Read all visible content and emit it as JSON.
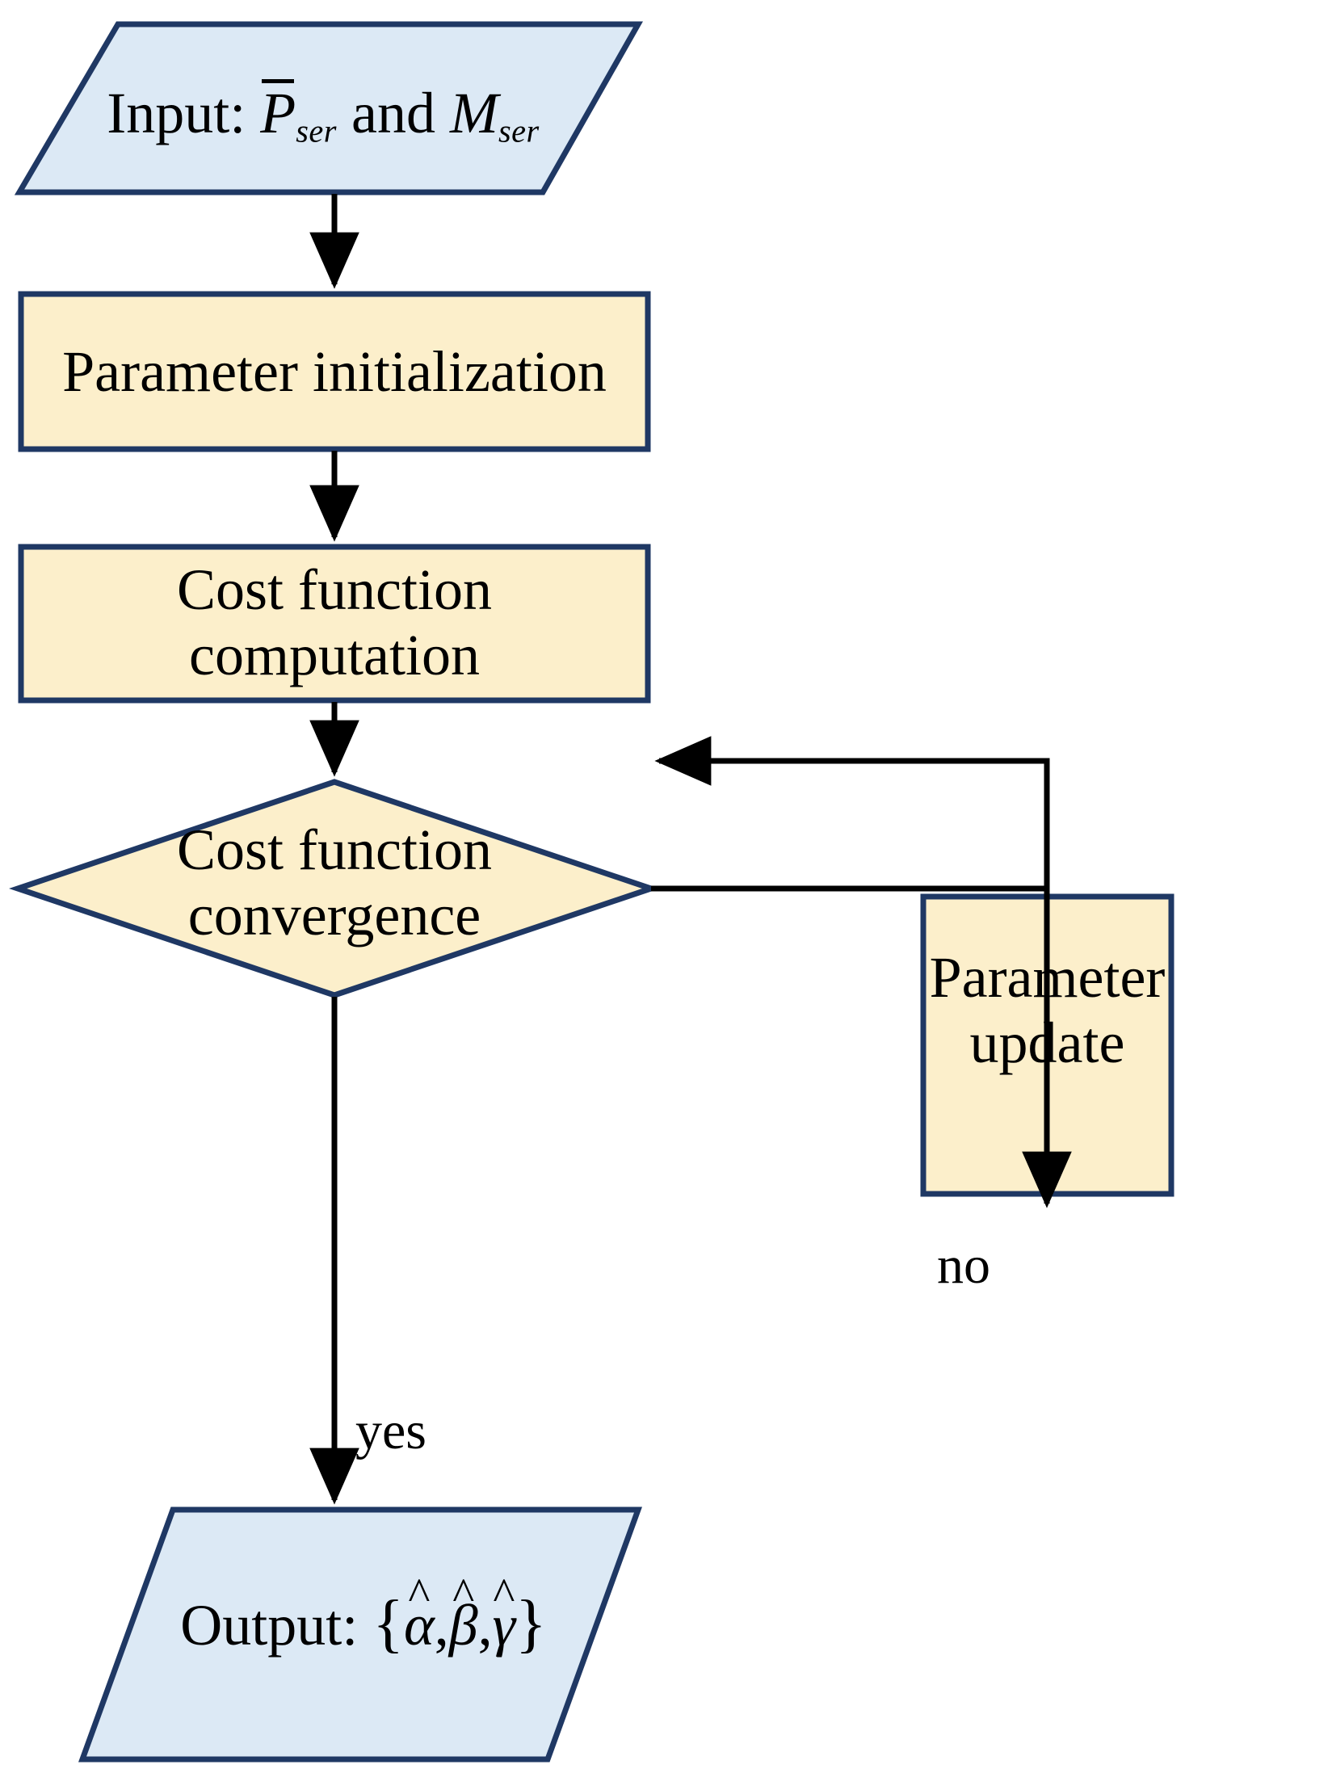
{
  "diagram": {
    "title": "Parameter estimation flowchart",
    "type": "flowchart",
    "colors": {
      "io_fill": "#DCE9F5",
      "process_fill": "#FCEFCB",
      "decision_fill": "#FCEFCB",
      "border": "#1F3864",
      "arrow": "#000000",
      "text": "#000000",
      "background": "#FFFFFF"
    },
    "nodes": [
      {
        "id": "input",
        "shape": "parallelogram",
        "role": "input",
        "label_plain": "Input: P̄_ser and M_ser",
        "label_prefix": "Input:",
        "symbol1_base": "P",
        "symbol1_sub": "ser",
        "symbol1_accent": "overbar",
        "conjunction": "and",
        "symbol2_base": "M",
        "symbol2_sub": "ser",
        "symbol2_accent": "none",
        "fill": "#DCE9F5"
      },
      {
        "id": "init",
        "shape": "rectangle",
        "role": "process",
        "label_plain": "Parameter initialization",
        "lines": [
          "Parameter initialization"
        ],
        "fill": "#FCEFCB"
      },
      {
        "id": "cost",
        "shape": "rectangle",
        "role": "process",
        "label_plain": "Cost function computation",
        "lines": [
          "Cost function",
          "computation"
        ],
        "fill": "#FCEFCB"
      },
      {
        "id": "converge",
        "shape": "diamond",
        "role": "decision",
        "label_plain": "Cost function convergence",
        "lines": [
          "Cost function",
          "convergence"
        ],
        "fill": "#FCEFCB"
      },
      {
        "id": "update",
        "shape": "rectangle",
        "role": "process",
        "label_plain": "Parameter update",
        "lines": [
          "Parameter",
          "update"
        ],
        "fill": "#FCEFCB"
      },
      {
        "id": "output",
        "shape": "parallelogram",
        "role": "output",
        "label_plain": "Output: {α̂, β̂, γ̂}",
        "label_prefix": "Output:",
        "set_open": "{",
        "set_close": "}",
        "set_items": [
          "α",
          "β",
          "γ"
        ],
        "set_accent": "hat",
        "separator": ",",
        "fill": "#DCE9F5"
      }
    ],
    "edges": [
      {
        "id": "e1",
        "from": "input",
        "to": "init",
        "label": "",
        "style": "straight-down"
      },
      {
        "id": "e2",
        "from": "init",
        "to": "cost",
        "label": "",
        "style": "straight-down"
      },
      {
        "id": "e3",
        "from": "cost",
        "to": "converge",
        "label": "",
        "style": "straight-down"
      },
      {
        "id": "e4",
        "from": "converge",
        "to": "update",
        "label": "no",
        "style": "right-then-up"
      },
      {
        "id": "e5",
        "from": "update",
        "to": "cost",
        "label": "",
        "style": "up-then-left"
      },
      {
        "id": "e6",
        "from": "converge",
        "to": "output",
        "label": "yes",
        "style": "straight-down"
      }
    ],
    "edge_labels": {
      "no": "no",
      "yes": "yes"
    }
  }
}
